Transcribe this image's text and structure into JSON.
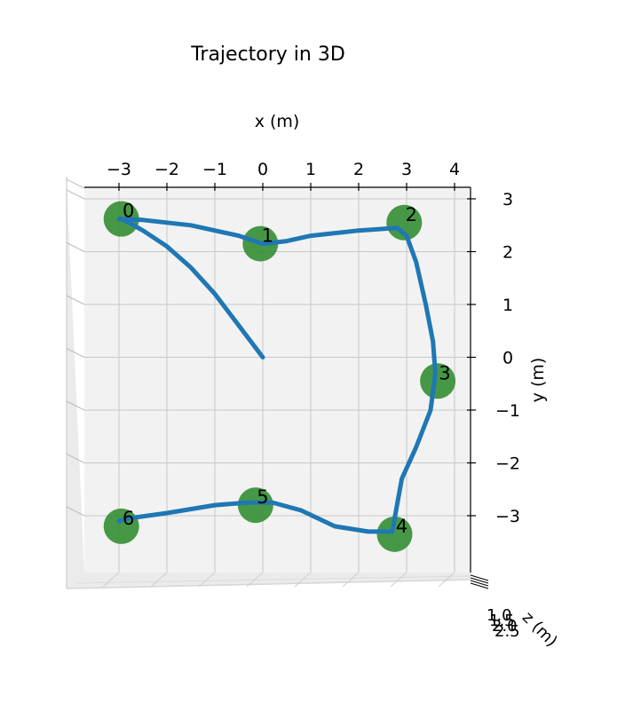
{
  "chart_data": {
    "type": "line",
    "projection": "3d",
    "title": "Trajectory in 3D",
    "xlabel": "x (m)",
    "ylabel": "y (m)",
    "zlabel": "z (m)",
    "xlim": [
      -3.75,
      4.2
    ],
    "ylim": [
      -4.1,
      3.2
    ],
    "x_ticks": [
      -3,
      -2,
      -1,
      0,
      1,
      2,
      3,
      4
    ],
    "x_tick_labels": [
      "−3",
      "−2",
      "−1",
      "0",
      "1",
      "2",
      "3",
      "4"
    ],
    "y_ticks": [
      3,
      2,
      1,
      0,
      -1,
      -2,
      -3
    ],
    "y_tick_labels": [
      "3",
      "2",
      "1",
      "0",
      "−1",
      "−2",
      "−3"
    ],
    "z_tick_labels": [
      "1.0",
      "1.5",
      "2.0",
      "2.5"
    ],
    "grid": true,
    "colors": {
      "trajectory": "#1f77b4",
      "waypoint": "#2e8b2e",
      "pane": "#f2f2f2",
      "grid": "#c8c8c8"
    },
    "trajectory": {
      "x": [
        0,
        -0.5,
        -1.0,
        -1.5,
        -2.0,
        -2.5,
        -2.9,
        -3.0,
        -2.5,
        -1.5,
        -0.5,
        0.0,
        0.5,
        1.0,
        2.0,
        2.8,
        3.0,
        3.2,
        3.4,
        3.55,
        3.6,
        3.5,
        3.2,
        2.9,
        2.8,
        2.7,
        2.2,
        1.5,
        0.8,
        0.2,
        -0.3,
        -1.0,
        -2.0,
        -2.8,
        -3.0
      ],
      "y": [
        0,
        0.6,
        1.2,
        1.7,
        2.1,
        2.4,
        2.6,
        2.62,
        2.6,
        2.5,
        2.3,
        2.15,
        2.2,
        2.3,
        2.4,
        2.45,
        2.3,
        1.8,
        1.0,
        0.3,
        -0.3,
        -1.0,
        -1.7,
        -2.3,
        -2.8,
        -3.3,
        -3.3,
        -3.2,
        -2.9,
        -2.75,
        -2.75,
        -2.8,
        -2.95,
        -3.05,
        -3.1
      ]
    },
    "waypoints": [
      {
        "label": "0",
        "x": -2.95,
        "y": 2.62
      },
      {
        "label": "1",
        "x": -0.05,
        "y": 2.15
      },
      {
        "label": "2",
        "x": 2.95,
        "y": 2.55
      },
      {
        "label": "3",
        "x": 3.65,
        "y": -0.45
      },
      {
        "label": "4",
        "x": 2.75,
        "y": -3.35
      },
      {
        "label": "5",
        "x": -0.15,
        "y": -2.8
      },
      {
        "label": "6",
        "x": -2.95,
        "y": -3.2
      }
    ]
  }
}
